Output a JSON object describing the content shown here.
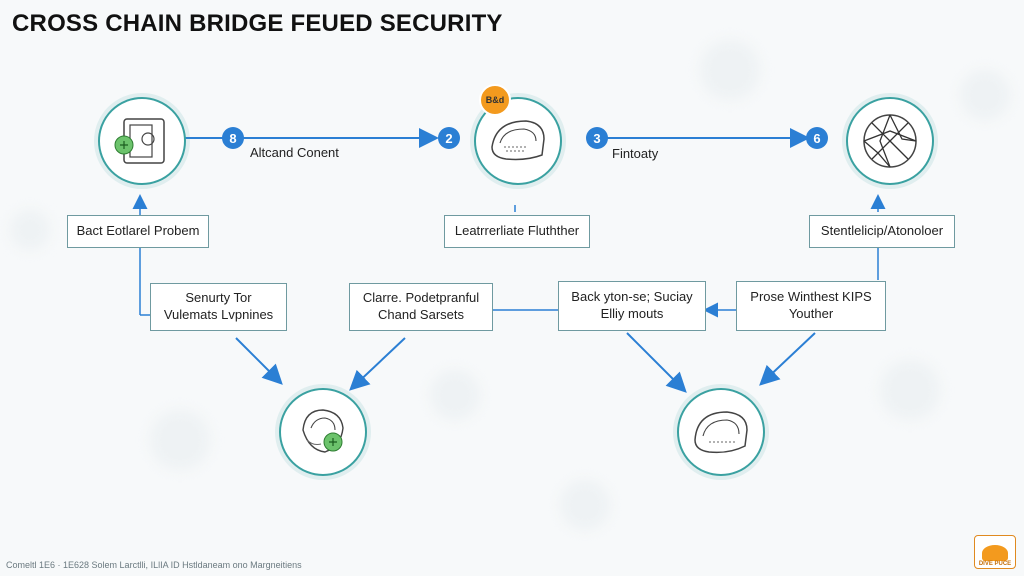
{
  "title": "CROSS CHAIN BRIDGE FEUED SECURITY",
  "nodes": {
    "step1": {
      "number": "8",
      "icon": "server-chip-icon"
    },
    "step2": {
      "number": "2",
      "icon": "bridge-dome-icon",
      "badge": "B&d"
    },
    "step3": {
      "number": "3",
      "icon": "wheel-network-icon"
    },
    "bottom_left": {
      "icon": "shield-vault-icon"
    },
    "bottom_right": {
      "icon": "bridge-dome-icon"
    }
  },
  "edges": {
    "edge_1_2": "Altcand Conent",
    "edge_3_4": "Fintoaty"
  },
  "boxes": {
    "box_left_top": "Bact Eotlarel Probem",
    "box_mid_top": "Leatrrerliate Fluthther",
    "box_right_top": "Stentlelicip/Atonoloer",
    "box_left_mid": "Senurty Tor\nVulemats Lvpnines",
    "box_center_left": "Clarre. Podetpranful\nChand Sarsets",
    "box_center_right": "Back yton-se; Suciay\nElliy mouts",
    "box_right_mid": "Prose Winthest KIPS\nYouther"
  },
  "footer": "Comeltl 1E6 · 1E628 Solem Larctlli, ILlIA ID Hstldaneam ono Margneitiens",
  "logo_text": "DIVE PUCE",
  "colors": {
    "accent": "#2b7fd4",
    "ring": "#3aa1a1",
    "badge": "#f39a1e"
  }
}
